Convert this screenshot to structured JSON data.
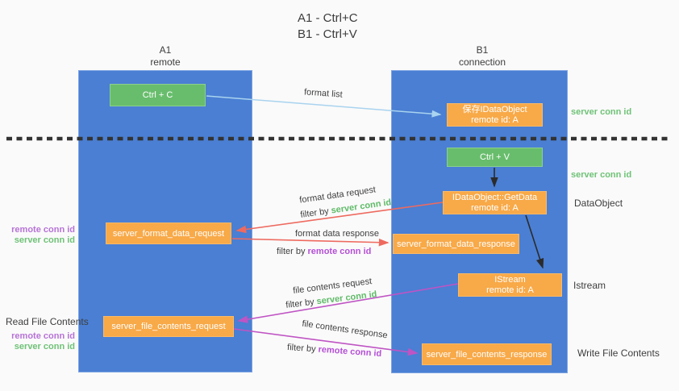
{
  "title": {
    "line1": "A1 - Ctrl+C",
    "line2": "B1 - Ctrl+V"
  },
  "lifelines": {
    "a1": {
      "name": "A1",
      "role": "remote"
    },
    "b1": {
      "name": "B1",
      "role": "connection"
    }
  },
  "nodes": {
    "ctrl_c": {
      "label": "Ctrl + C"
    },
    "ctrl_v": {
      "label": "Ctrl + V"
    },
    "save_dataobject": {
      "line1": "保存IDataObject",
      "line2": "remote id: A"
    },
    "getdata": {
      "line1": "IDataObject::GetData",
      "line2": "remote id: A"
    },
    "istream": {
      "line1": "IStream",
      "line2": "remote id: A"
    },
    "format_request": {
      "label": "server_format_data_request"
    },
    "format_response": {
      "label": "server_format_data_response"
    },
    "file_request": {
      "label": "server_file_contents_request"
    },
    "file_response": {
      "label": "server_file_contents_response"
    }
  },
  "edge_labels": {
    "format_list": "format list",
    "format_data_request": "format data request",
    "format_data_request_filter": {
      "prefix": "filter by ",
      "key": "server conn id"
    },
    "format_data_response": "format data response",
    "format_data_response_filter": {
      "prefix": "filter by ",
      "key": "remote conn id"
    },
    "file_contents_request": "file contents request",
    "file_contents_request_filter": {
      "prefix": "filter by ",
      "key": "server conn id"
    },
    "file_contents_response": "file contents response",
    "file_contents_response_filter": {
      "prefix": "filter by ",
      "key": "remote conn id"
    }
  },
  "annotations": {
    "server_conn_id_top_right": "server conn id",
    "server_conn_id_mid_right": "server conn id",
    "dataobject": "DataObject",
    "istream": "Istream",
    "write_file_contents": "Write File Contents",
    "read_file_contents": "Read File Contents",
    "left_mid": {
      "remote": "remote conn id",
      "server": "server conn id"
    },
    "left_bottom": {
      "remote": "remote conn id",
      "server": "server conn id"
    }
  },
  "colors": {
    "background": "#fafafa",
    "lifeline_blue": "#4a7fd3",
    "action_green": "#68bd6c",
    "message_orange": "#f8a948",
    "arrow_light_blue": "#a9d3ef",
    "arrow_red": "#ee6a5f",
    "arrow_magenta": "#bf54c4",
    "arrow_black": "#2b2b2b",
    "label_green": "#5eba67",
    "label_purple": "#b44fd6",
    "separator_black": "#333333"
  }
}
